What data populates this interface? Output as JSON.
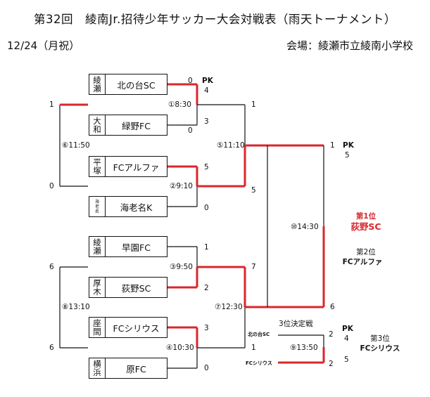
{
  "header": {
    "title": "第32回　綾南Jr.招待少年サッカー大会対戦表（雨天トーナメント）",
    "date": "12/24（月祝）",
    "venue": "会場：綾瀬市立綾南小学校"
  },
  "teams": [
    {
      "area": [
        "綾",
        "瀬"
      ],
      "name": "北の台SC"
    },
    {
      "area": [
        "大",
        "和"
      ],
      "name": "緑野FC"
    },
    {
      "area": [
        "平",
        "塚"
      ],
      "name": "FCアルファ"
    },
    {
      "area": [
        "海",
        "老",
        "名"
      ],
      "name": "海老名K"
    },
    {
      "area": [
        "綾",
        "瀬"
      ],
      "name": "早園FC"
    },
    {
      "area": [
        "厚",
        "木"
      ],
      "name": "荻野SC"
    },
    {
      "area": [
        "座",
        "間"
      ],
      "name": "FCシリウス"
    },
    {
      "area": [
        "横",
        "浜"
      ],
      "name": "原FC"
    }
  ],
  "matches": {
    "m1": {
      "label": "①8:30",
      "score_top": "0",
      "pk_label": "PK",
      "pk_top": "4",
      "score_bottom": "3",
      "pk_bottom": "0"
    },
    "m2": {
      "label": "②9:10",
      "score_top": "5",
      "score_bottom": "0"
    },
    "m3": {
      "label": "③9:50",
      "score_top": "1",
      "score_bottom": "2"
    },
    "m4": {
      "label": "④10:30",
      "score_top": "3",
      "score_bottom": "0"
    },
    "m5": {
      "label": "⑤11:10",
      "score_top": "1",
      "score_bottom": "5"
    },
    "m6": {
      "label": "⑥11:50",
      "score_top": "1",
      "score_bottom": "0"
    },
    "m7": {
      "label": "⑦12:30",
      "score_top": "7",
      "score_bottom": "1"
    },
    "m8": {
      "label": "⑧13:10",
      "score_top": "6",
      "score_bottom": "6"
    },
    "m9": {
      "label": "⑨13:50",
      "title": "3位決定戦",
      "team_top": "北の台SC",
      "team_bottom": "FCシリウス",
      "score_top": "2",
      "pk_label": "PK",
      "pk_top": "4",
      "score_bottom": "2",
      "pk_bottom": "5"
    },
    "m10": {
      "label": "⑩14:30",
      "score_top": "1",
      "pk_label": "PK",
      "pk_top": "5",
      "score_bottom": "6"
    }
  },
  "results": {
    "first_label": "第1位",
    "first_team": "荻野SC",
    "second_label": "第2位",
    "second_team": "FCアルファ",
    "third_label": "第3位",
    "third_team": "FCシリウス"
  },
  "colors": {
    "winner_line": "#d9262c",
    "line": "#111111"
  }
}
